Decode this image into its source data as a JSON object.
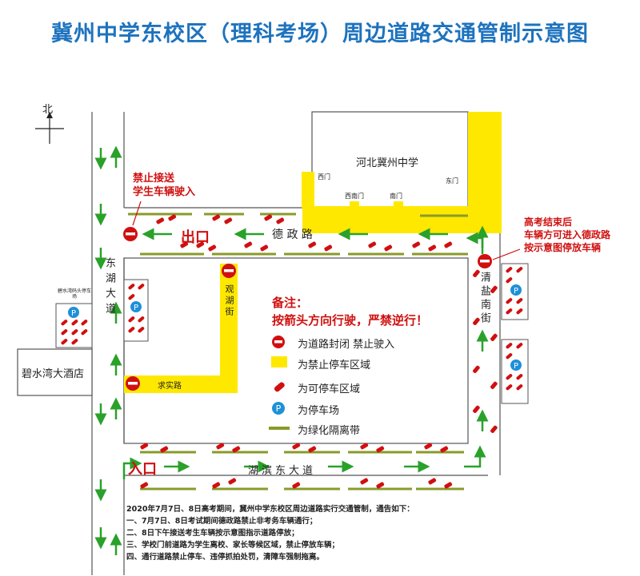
{
  "title": "冀州中学东校区（理科考场）周边道路交通管制示意图",
  "compass": "北",
  "school": {
    "name": "河北冀州中学",
    "gates": [
      "西门",
      "西南门",
      "南门",
      "东门"
    ]
  },
  "roads": {
    "dezheng": "德 政 路",
    "donghu": "东湖大道",
    "guanhu": "观湖街",
    "qiushi": "求实路",
    "qingyan": "清盐南街",
    "hubin": "湖滨东大道"
  },
  "hotel": "碧水湾大酒店",
  "hotel_parking_label": "碧水湾码头停车场",
  "exit_label": "出口",
  "entry_label": "入口",
  "note_no_drop": [
    "禁止接送",
    "学生车辆驶入"
  ],
  "note_after_exam": [
    "高考结束后",
    "车辆方可进入德政路",
    "按示意图停放车辆"
  ],
  "remark_title": "备注：",
  "remark_rule": "按箭头方向行驶，严禁逆行！",
  "legend": [
    {
      "icon": "road-closed-icon",
      "text": "为道路封闭 禁止驶入"
    },
    {
      "icon": "no-parking-zone-icon",
      "text": "为禁止停车区域"
    },
    {
      "icon": "parking-zone-icon",
      "text": "为可停车区域"
    },
    {
      "icon": "parking-lot-icon",
      "text": "为停车场"
    },
    {
      "icon": "green-belt-icon",
      "text": "为绿化隔离带"
    }
  ],
  "parking_symbol": "P",
  "notice": [
    "2020年7月7日、8日高考期间，冀州中学东校区周边道路实行交通管制，通告如下：",
    "一、7月7日、8日考试期间德政路禁止非考务车辆通行；",
    "二、8日下午接送考生车辆按示意图指示道路停放；",
    "三、学校门前道路为学生离校、家长等候区域，禁止停放车辆；",
    "四、通行道路禁止停车、违停抓拍处罚，清障车强制拖离。"
  ],
  "colors": {
    "title": "#1e73be",
    "no_parking": "#ffe800",
    "closed": "#d01010",
    "arrow": "#2aa12a",
    "parking_blue": "#1e90d8",
    "green_belt": "#8a9a2a"
  }
}
